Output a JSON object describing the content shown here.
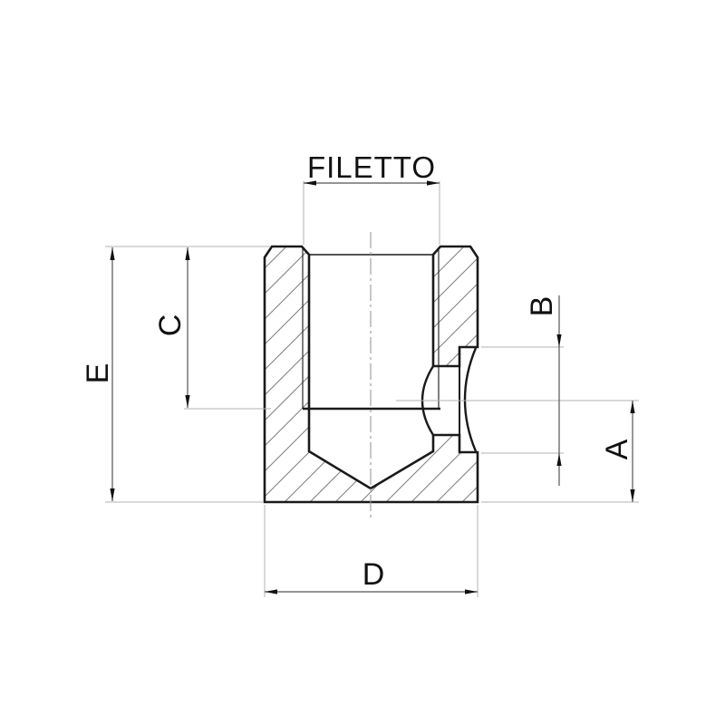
{
  "drawing": {
    "type": "technical-section-drawing",
    "dimensions": {
      "thread": {
        "label": "FILETTO"
      },
      "total_height": {
        "label": "E"
      },
      "thread_depth": {
        "label": "C"
      },
      "groove_height": {
        "label": "B"
      },
      "base_height": {
        "label": "A"
      },
      "outer_diameter": {
        "label": "D"
      }
    },
    "colors": {
      "background": "#ffffff",
      "outline": "#1a1a1a",
      "hatch": "#7f7f7f",
      "dimension_line": "#555555",
      "extension_line": "#b3b3b3",
      "centerline": "#999999",
      "label_text": "#111111"
    }
  }
}
